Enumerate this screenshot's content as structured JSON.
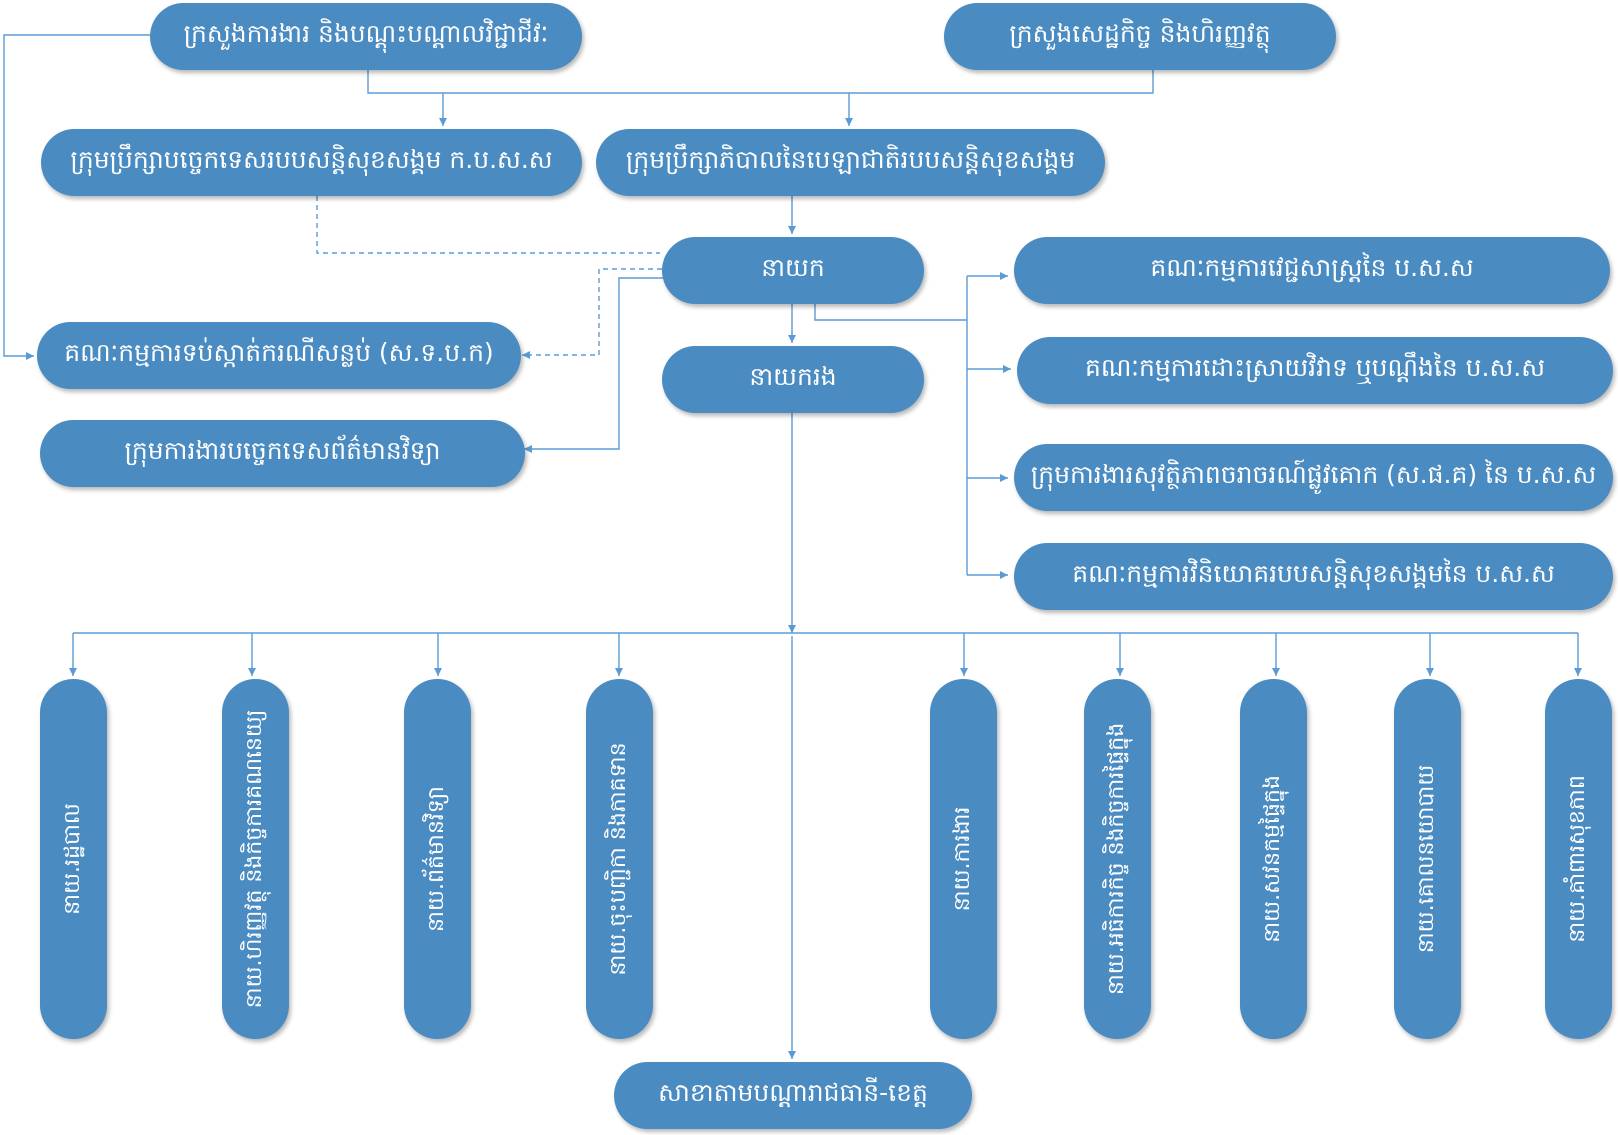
{
  "colors": {
    "box_fill": "#4a8bc2",
    "box_text": "#ffffff",
    "connector": "#5b9bd5"
  },
  "top": {
    "ministry_labour": "ក្រសួងការងារ និងបណ្ដុះបណ្ដាលវិជ្ជាជីវៈ",
    "ministry_economy": "ក្រសួងសេដ្ឋកិច្ច និងហិរញ្ញវត្ថុ"
  },
  "councils": {
    "technical_council": "ក្រុមប្រឹក្សាបច្ចេកទេសរបបសន្តិសុខសង្គម ក.ប.ស.ស",
    "governing_council": "ក្រុមប្រឹក្សាភិបាលនៃបេឡាជាតិរបបសន្តិសុខសង្គម"
  },
  "management": {
    "director": "នាយក",
    "deputy_director": "នាយករង"
  },
  "left_units": {
    "anti_corruption": "គណៈកម្មការទប់ស្កាត់ករណីសន្លប់ (ស.ទ.ប.ក)",
    "it_team": "ក្រុមការងារបច្ចេកទេសព័ត៌មានវិទ្យា"
  },
  "right_units": [
    "គណៈកម្មការវេជ្ជសាស្ត្រនៃ ប.ស.ស",
    "គណៈកម្មការដោះស្រាយវិវាទ ឬបណ្ដឹងនៃ ប.ស.ស",
    "ក្រុមការងារសុវត្ថិភាពចរាចរណ៍ផ្លូវគោក (ស.ផ.គ) នៃ ប.ស.ស",
    "គណៈកម្មការវិនិយោគរបបសន្តិសុខសង្គមនៃ ប.ស.ស"
  ],
  "departments": [
    "នាយ.រដ្ឋបាល",
    "នាយ.ហិរញ្ញវត្ថុ និងកិច្ចការគណនេយ្យ",
    "នាយ.ព័ត៌មានវិទ្យា",
    "នាយ.ចុះបញ្ជិកា និងភាគទាន",
    "នាយ.ការងារ",
    "នាយ.អធិការកិច្ច និងកិច្ចការផ្ទៃក្នុង",
    "នាយ.សវនកម្មផ្ទៃក្នុង",
    "នាយ.គោលនយោបាយ",
    "នាយ.គាំពារសុខភាព"
  ],
  "branch": "សាខាតាមបណ្ដារាជធានី-ខេត្ត"
}
